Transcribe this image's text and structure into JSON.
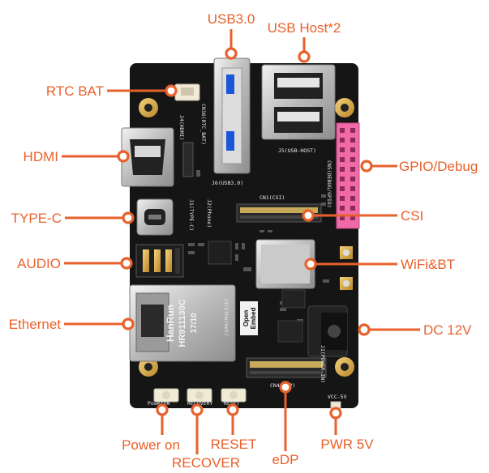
{
  "callouts": {
    "usb3": "USB3.0",
    "usb_host": "USB Host*2",
    "rtc_bat": "RTC BAT",
    "hdmi": "HDMI",
    "gpio_debug": "GPIO/Debug",
    "type_c": "TYPE-C",
    "csi": "CSI",
    "audio": "AUDIO",
    "wifi_bt": "WiFi&BT",
    "ethernet": "Ethernet",
    "dc12v": "DC 12V",
    "power_on": "Power on",
    "recover": "RECOVER",
    "reset": "RESET",
    "edp": "eDP",
    "pwr5v": "PWR 5V"
  },
  "silkscreen": {
    "rtc": "CN16(RTC_BAT)",
    "hdmi": "J4(HDMI)",
    "usb3": "J6(USB3.0)",
    "usb_host": "J5(USB-HOST)",
    "gpio": "CN5(DEBUG/GPIO)",
    "csi": "CN1(CSI)",
    "type_c": "J1(TYPE-C)",
    "phone": "J2(Phone)",
    "ethernet": "J3(Ethernet)",
    "edp": "CN4(eDP)",
    "power_in": "J1(POWER-IN)",
    "vcc": "VCC-5V",
    "btn_power": "PowerON",
    "btn_recovery": "RECOVERY",
    "btn_reset": "RESET"
  },
  "rj45_marking": {
    "brand": "HanRun",
    "part": "HR911130C",
    "code": "17/10"
  },
  "logo": {
    "line1": "Open",
    "line2": "Embed"
  }
}
